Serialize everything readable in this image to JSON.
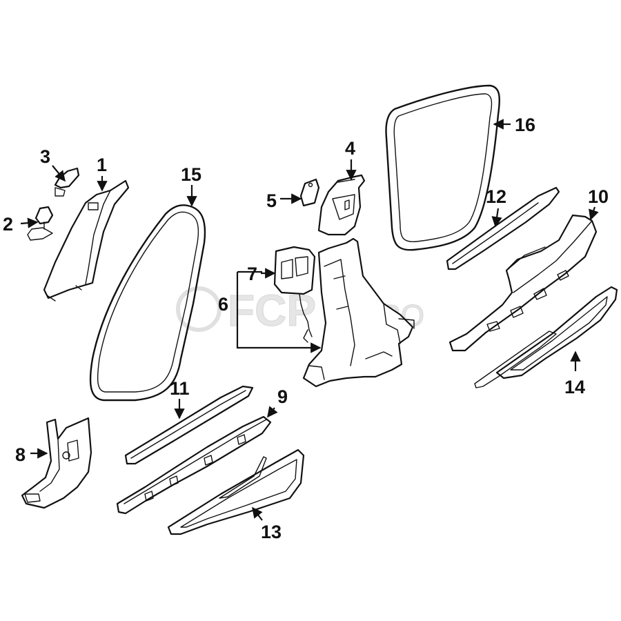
{
  "watermark": {
    "brand": "FCP",
    "suffix": "EURO"
  },
  "callouts": [
    "1",
    "2",
    "3",
    "4",
    "5",
    "6",
    "7",
    "8",
    "9",
    "10",
    "11",
    "12",
    "13",
    "14",
    "15",
    "16"
  ],
  "colors": {
    "line": "#111111",
    "background": "#ffffff",
    "watermark": "#e6e6e6"
  }
}
